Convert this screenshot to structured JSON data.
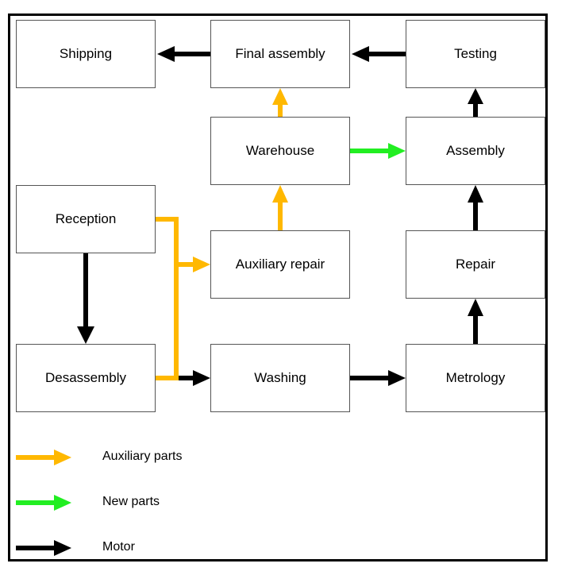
{
  "nodes": {
    "shipping": "Shipping",
    "final_assembly": "Final assembly",
    "testing": "Testing",
    "warehouse": "Warehouse",
    "assembly": "Assembly",
    "reception": "Reception",
    "auxiliary_repair": "Auxiliary repair",
    "repair": "Repair",
    "desassembly": "Desassembly",
    "washing": "Washing",
    "metrology": "Metrology"
  },
  "legend": {
    "auxiliary": {
      "label": "Auxiliary parts",
      "color": "#FFB800"
    },
    "new": {
      "label": "New parts",
      "color": "#22EE22"
    },
    "motor": {
      "label": "Motor",
      "color": "#000000"
    }
  }
}
